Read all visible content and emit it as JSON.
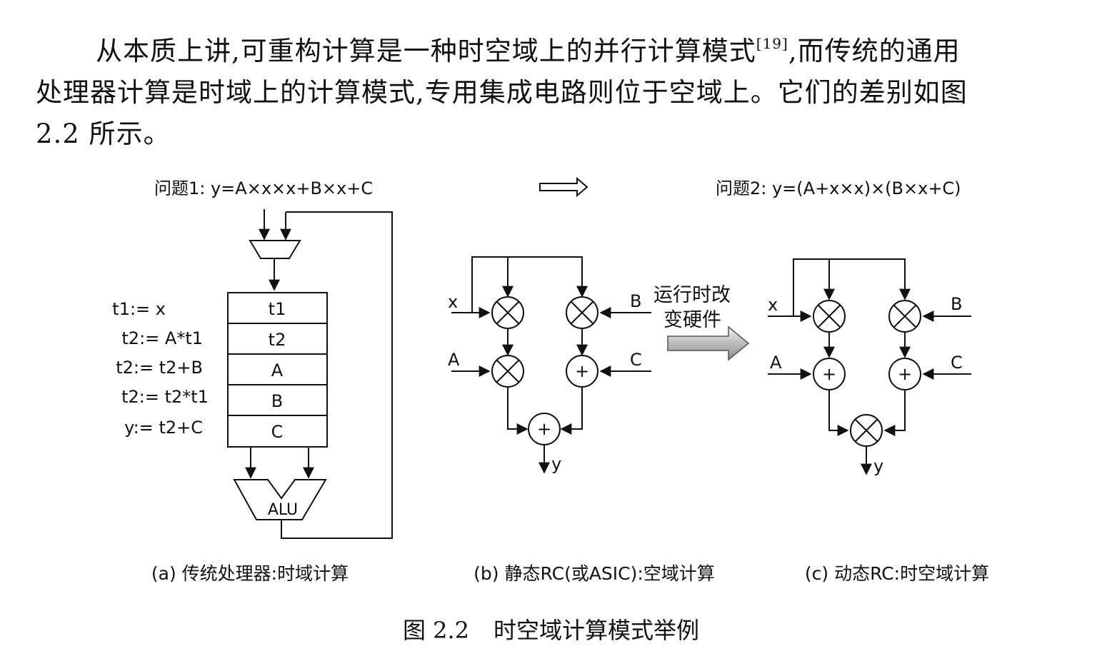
{
  "paragraph": {
    "line1_text": "从本质上讲,可重构计算是一种时空域上的并行计算模式",
    "line1_cite": "[19]",
    "line1_tail": ",而传统的通用",
    "line2": "处理器计算是时域上的计算模式,专用集成电路则位于空域上。它们的差别如图",
    "line3": "2.2 所示。"
  },
  "figure": {
    "problem1": "问题1:  y=A×x×x+B×x+C",
    "problem2": "问题2:  y=(A+x×x)×(B×x+C)",
    "panel_a": {
      "assignments": [
        "t1:= x",
        "t2:= A*t1",
        "t2:= t2+B",
        "t2:= t2*t1",
        "y:= t2+C"
      ],
      "registers": [
        "t1",
        "t2",
        "A",
        "B",
        "C"
      ],
      "alu": "ALU",
      "caption": "(a) 传统处理器:时域计算"
    },
    "panel_b": {
      "inputs": [
        "x",
        "A",
        "B",
        "C"
      ],
      "output": "y",
      "plus": "+",
      "caption": "(b) 静态RC(或ASIC):空域计算"
    },
    "change_label_line1": "运行时改",
    "change_label_line2": "变硬件",
    "panel_c": {
      "inputs": [
        "x",
        "A",
        "B",
        "C"
      ],
      "output": "y",
      "plus": "+",
      "caption": "(c) 动态RC:时空域计算"
    }
  },
  "caption": {
    "number": "图 2.2",
    "title": "时空域计算模式举例"
  }
}
